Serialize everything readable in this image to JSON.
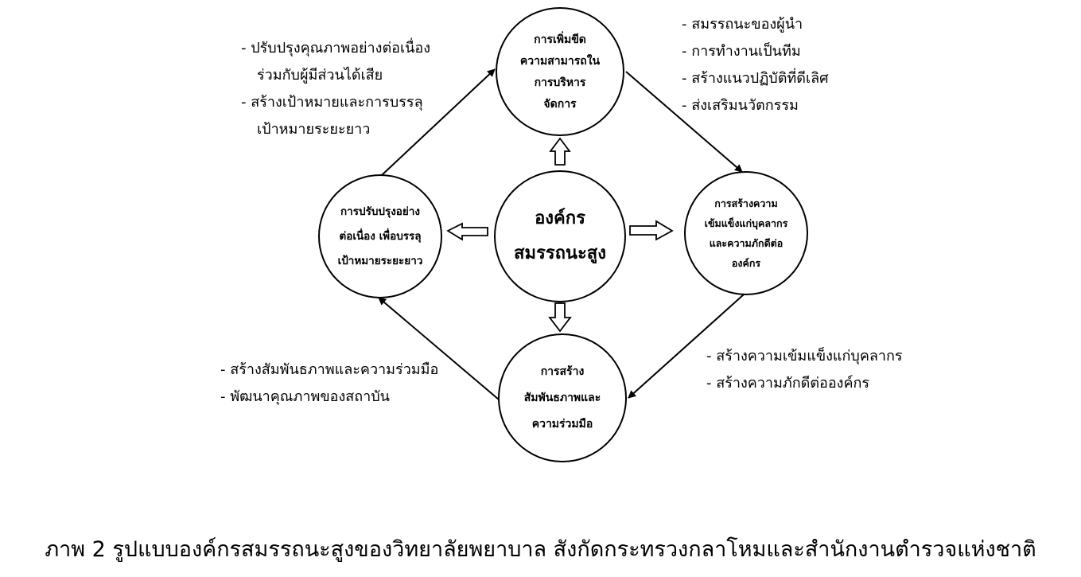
{
  "center": {
    "lines": [
      "องค์กร",
      "สมรรถนะสูง"
    ]
  },
  "nodes": {
    "top": {
      "lines": [
        "การเพิ่มขีด",
        "ความสามารถใน",
        "การบริหาร",
        "จัดการ"
      ]
    },
    "right": {
      "lines": [
        "การสร้างความ",
        "เข้มแข็งแก่บุคลากร",
        "และความภักดีต่อ",
        "องค์กร"
      ]
    },
    "bottom": {
      "lines": [
        "การสร้าง",
        "สัมพันธภาพและ",
        "ความร่วมมือ"
      ]
    },
    "left": {
      "lines": [
        "การปรับปรุงอย่าง",
        "ต่อเนื่อง เพื่อบรรลุ",
        "เป้าหมายระยะยาว"
      ]
    }
  },
  "lists": {
    "top_left": {
      "items": [
        [
          "- ปรับปรุงคุณภาพอย่างต่อเนื่อง",
          "ร่วมกับผู้มีส่วนได้เสีย"
        ],
        [
          "- สร้างเป้าหมายและการบรรลุ",
          "เป้าหมายระยะยาว"
        ]
      ]
    },
    "top_right": {
      "items": [
        [
          "- สมรรถนะของผู้นำ"
        ],
        [
          "- การทำงานเป็นทีม"
        ],
        [
          "- สร้างแนวปฏิบัติที่ดีเลิศ"
        ],
        [
          "- ส่งเสริมนวัตกรรม"
        ]
      ]
    },
    "bottom_left": {
      "items": [
        [
          "- สร้างสัมพันธภาพและความร่วมมือ"
        ],
        [
          "- พัฒนาคุณภาพของสถาบัน"
        ]
      ]
    },
    "bottom_right": {
      "items": [
        [
          "- สร้างความเข้มแข็งแก่บุคลากร"
        ],
        [
          "- สร้างความภักดีต่อองค์กร"
        ]
      ]
    }
  },
  "caption": "ภาพ 2 รูปแบบองค์กรสมรรถนะสูงของวิทยาลัยพยาบาล สังกัดกระทรวงกลาโหมและสำนักงานตำรวจแห่งชาติ"
}
